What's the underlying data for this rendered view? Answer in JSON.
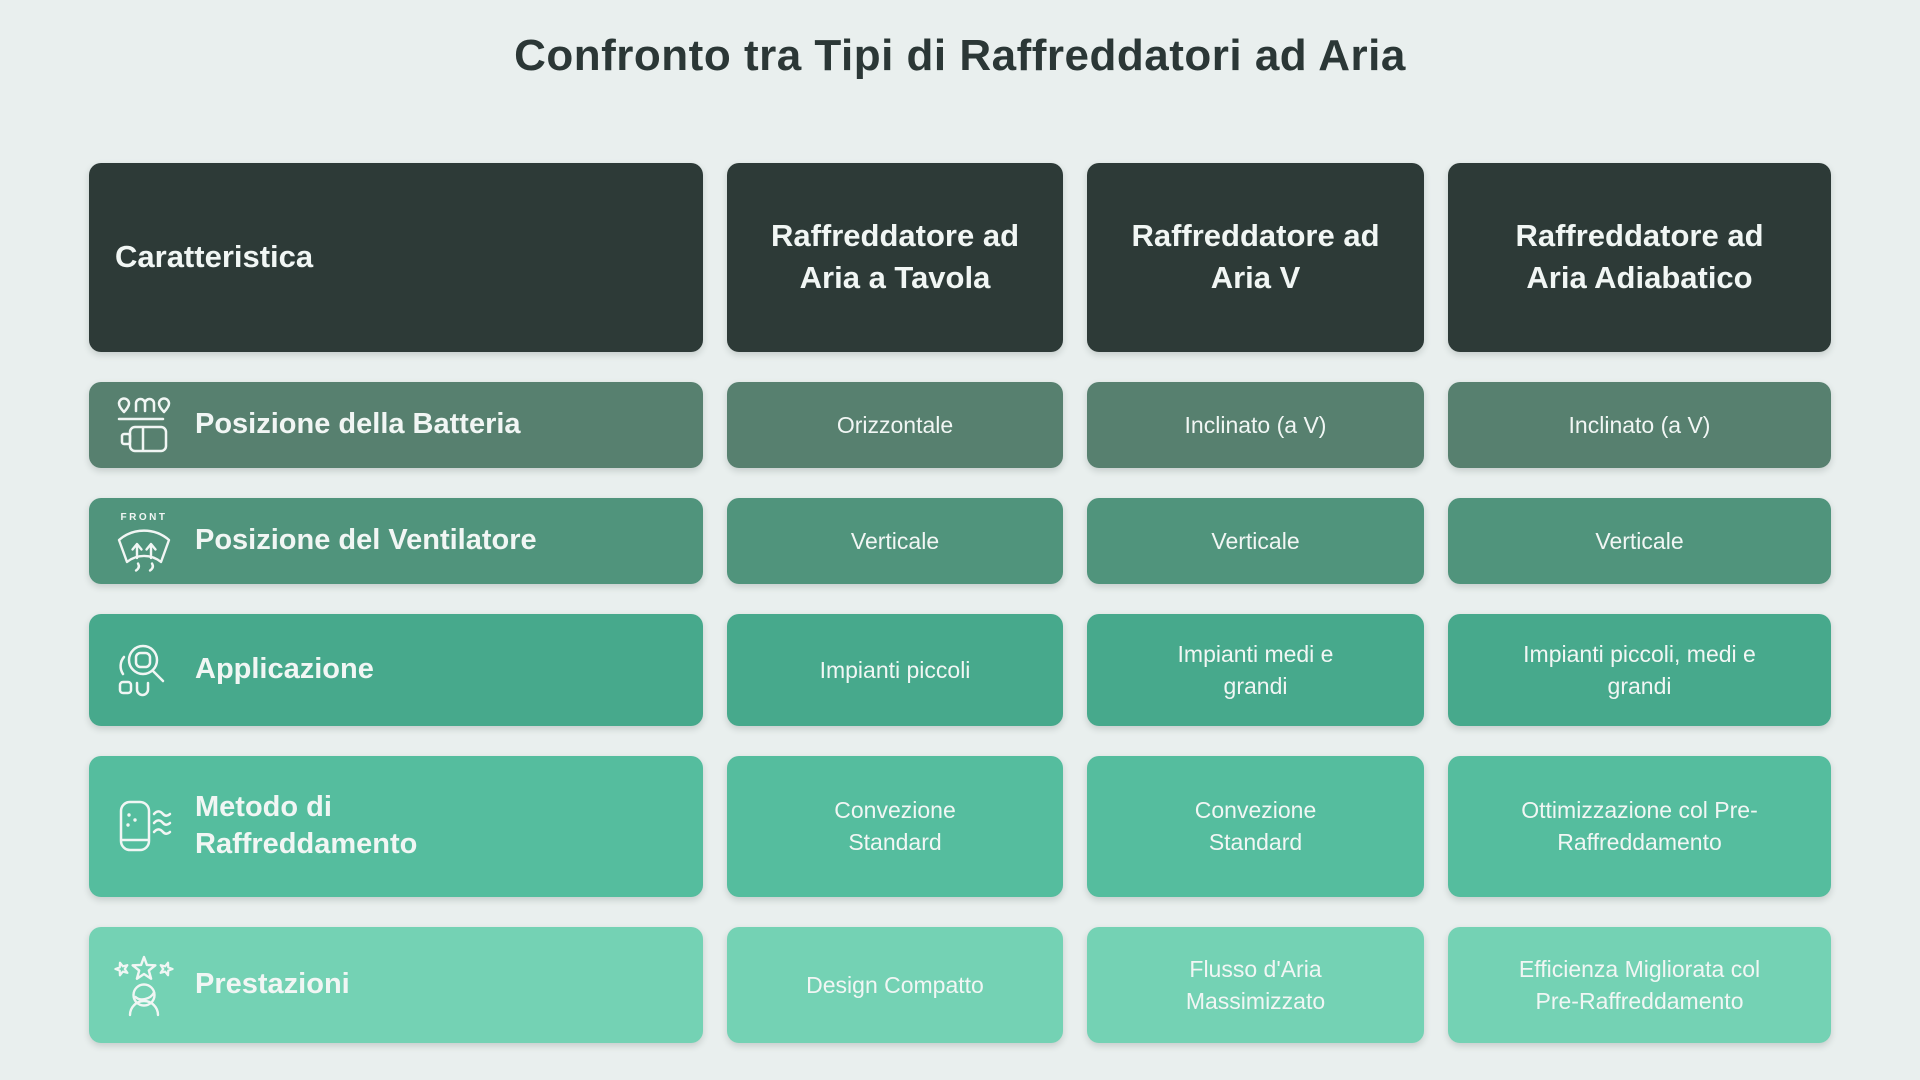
{
  "page": {
    "title": "Confronto tra Tipi di Raffreddatori ad Aria",
    "background": "#e9efee",
    "title_color": "#2b3736",
    "header_bg": "#2d3a37",
    "text_light": "#f1f6f4"
  },
  "table": {
    "corner_label": "Caratteristica",
    "columns": [
      "Raffreddatore ad Aria a Tavola",
      "Raffreddatore ad Aria V",
      "Raffreddatore ad Aria Adiabatico"
    ],
    "rows": [
      {
        "label": "Posizione della Batteria",
        "icon": "battery-position-icon",
        "color": "#57806f",
        "values": [
          "Orizzontale",
          "Inclinato (a V)",
          "Inclinato (a V)"
        ]
      },
      {
        "label": "Posizione del Ventilatore",
        "icon": "fan-front-icon",
        "color": "#50947c",
        "values": [
          "Verticale",
          "Verticale",
          "Verticale"
        ]
      },
      {
        "label": "Applicazione",
        "icon": "application-search-icon",
        "color": "#47a98c",
        "values": [
          "Impianti piccoli",
          "Impianti medi e grandi",
          "Impianti piccoli, medi e grandi"
        ]
      },
      {
        "label": "Metodo di Raffreddamento",
        "icon": "cooling-airflow-icon",
        "color": "#55bd9e",
        "values": [
          "Convezione Standard",
          "Convezione Standard",
          "Ottimizzazione col Pre-Raffreddamento"
        ]
      },
      {
        "label": "Prestazioni",
        "icon": "performance-stars-icon",
        "color": "#74d2b4",
        "values": [
          "Design Compatto",
          "Flusso d'Aria Massimizzato",
          "Efficienza Migliorata col Pre-Raffreddamento"
        ]
      }
    ]
  }
}
